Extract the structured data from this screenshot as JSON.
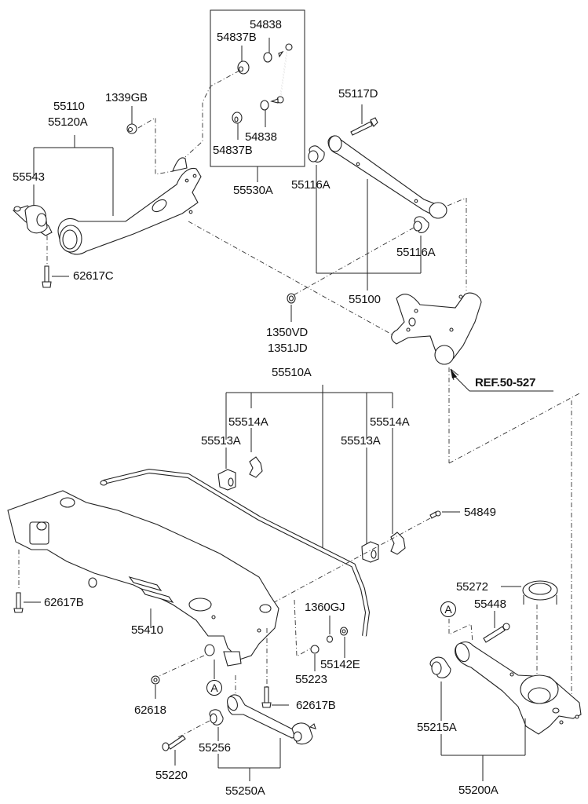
{
  "diagram": {
    "title": "Rear suspension exploded parts diagram",
    "labels": {
      "p54838_top": "54838",
      "p54837B_top": "54837B",
      "p1339GB": "1339GB",
      "p55110": "55110",
      "p55120A": "55120A",
      "p55543": "55543",
      "p54838_bot": "54838",
      "p54837B_bot": "54837B",
      "p55530A": "55530A",
      "p55117D": "55117D",
      "p55116A_left": "55116A",
      "p55116A_right": "55116A",
      "p62617C": "62617C",
      "p55100": "55100",
      "p1350VD": "1350VD",
      "p1351JD": "1351JD",
      "ref": "REF.50-527",
      "p55510A": "55510A",
      "p55514A_left": "55514A",
      "p55513A_left": "55513A",
      "p55514A_right": "55514A",
      "p55513A_right": "55513A",
      "p54849": "54849",
      "p62617B_left": "62617B",
      "p55410": "55410",
      "p1360GJ": "1360GJ",
      "p55142E": "55142E",
      "p55223": "55223",
      "p62618": "62618",
      "circleA_bottom": "A",
      "p62617B_right": "62617B",
      "p55256": "55256",
      "p55220": "55220",
      "p55250A": "55250A",
      "p55272": "55272",
      "circleA_right": "A",
      "p55448": "55448",
      "p55215A": "55215A",
      "p55200A": "55200A"
    }
  }
}
